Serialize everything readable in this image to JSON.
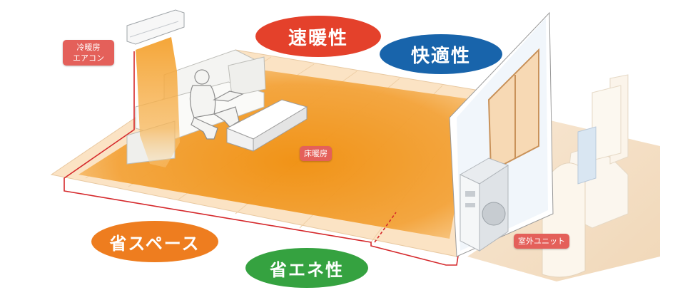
{
  "features": {
    "speed": "速暖性",
    "comfort": "快適性",
    "space_saving": "省スペース",
    "energy_saving": "省エネ性"
  },
  "labels": {
    "air_conditioner": [
      "冷暖房",
      "エアコン"
    ],
    "floor_heating": "床暖房",
    "outdoor_unit": "室外ユニット"
  },
  "colors": {
    "speed": "#e4412b",
    "comfort": "#1864ab",
    "space_saving": "#ee7d1f",
    "energy_saving": "#35a240",
    "tag": "#e4605a",
    "pipe": "#d5282b",
    "heat": "#f19a1c"
  }
}
